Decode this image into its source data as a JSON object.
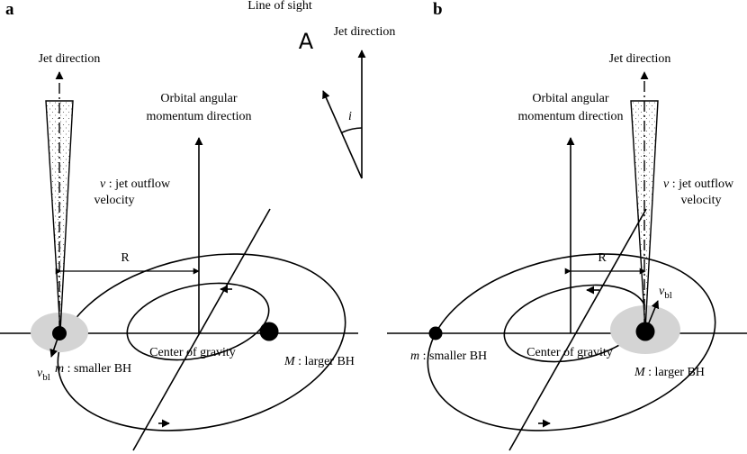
{
  "panels": {
    "a": {
      "label": "a",
      "jet_direction": "Jet direction",
      "orbital_line1": "Orbital angular",
      "orbital_line2": "momentum direction",
      "jet_velocity_sym": "v",
      "jet_velocity_line1": " : jet outflow",
      "jet_velocity_line2": "velocity",
      "radius": "R",
      "center_of_gravity": "Center of gravity",
      "smaller_bh_sym": "m",
      "smaller_bh": " : smaller BH",
      "larger_bh_sym": "M",
      "larger_bh": " : larger BH",
      "vbl_main": "v",
      "vbl_sub": "bl"
    },
    "b": {
      "label": "b",
      "jet_direction": "Jet direction",
      "orbital_line1": "Orbital angular",
      "orbital_line2": "momentum direction",
      "jet_velocity_sym": "v",
      "jet_velocity_line1": " : jet outflow",
      "jet_velocity_line2": "velocity",
      "radius": "R",
      "center_of_gravity": "Center of gravity",
      "smaller_bh_sym": "m",
      "smaller_bh": " : smaller BH",
      "larger_bh_sym": "M",
      "larger_bh": " : larger BH",
      "vbl_main": "v",
      "vbl_sub": "bl"
    }
  },
  "inset": {
    "line_of_sight": "Line of sight",
    "glyph": "A",
    "jet_direction": "Jet direction",
    "angle": "i"
  },
  "colors": {
    "ink": "#000000",
    "halo": "#d4d4d4"
  }
}
